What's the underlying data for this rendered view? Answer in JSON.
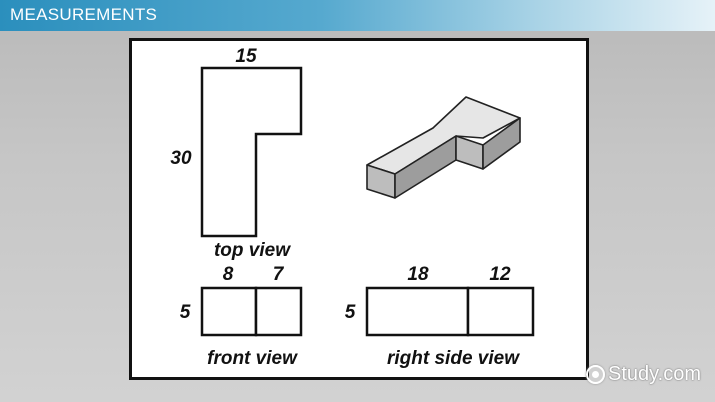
{
  "header": {
    "title": "MEASUREMENTS"
  },
  "top_view": {
    "width_label": "15",
    "height_label": "30",
    "caption": "top view"
  },
  "front_view": {
    "left_label": "8",
    "right_label": "7",
    "height_label": "5",
    "caption": "front view"
  },
  "right_side_view": {
    "left_label": "18",
    "right_label": "12",
    "height_label": "5",
    "caption": "right side view"
  },
  "isometric": {
    "top_color": "#e6e6e6",
    "front_color": "#bdbdbd",
    "side_color": "#9d9d9d"
  },
  "watermark": {
    "text": "Study.com"
  }
}
